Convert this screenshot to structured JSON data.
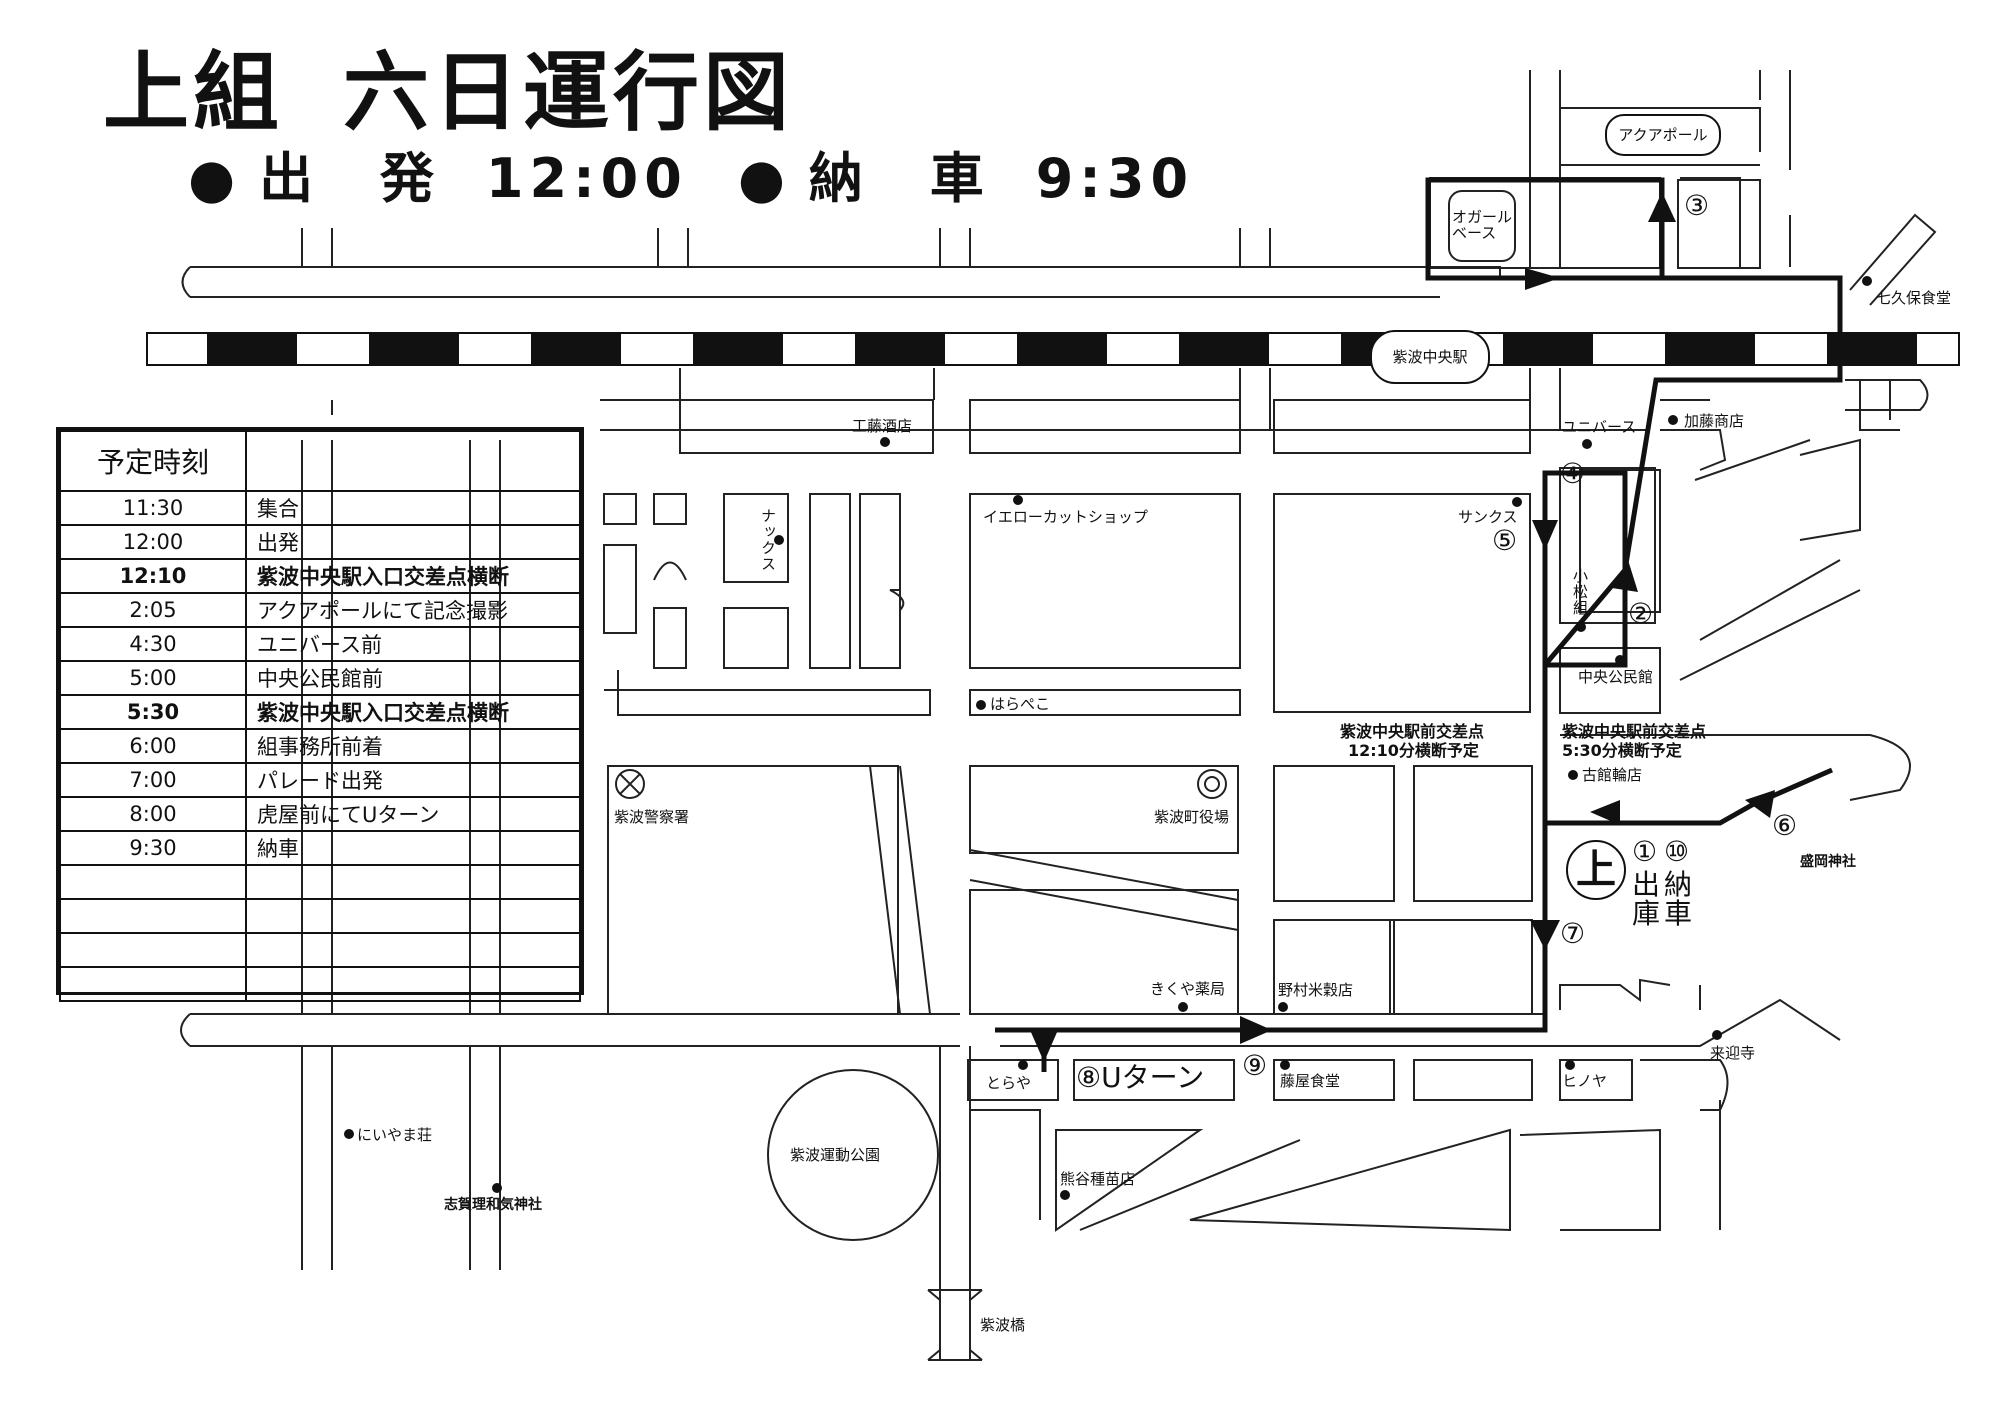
{
  "title": {
    "group": "上組",
    "main": "六日運行図"
  },
  "subtitle": {
    "departure_label": "●出 発",
    "departure_time": "12:00",
    "return_label": "●納 車",
    "return_time": "9:30"
  },
  "schedule": {
    "header": "予定時刻",
    "rows": [
      {
        "time": "11:30",
        "event": "集合",
        "bold": false
      },
      {
        "time": "12:00",
        "event": "出発",
        "bold": false
      },
      {
        "time": "12:10",
        "event": "紫波中央駅入口交差点横断",
        "bold": true
      },
      {
        "time": "2:05",
        "event": "アクアポールにて記念撮影",
        "bold": false
      },
      {
        "time": "4:30",
        "event": "ユニバース前",
        "bold": false
      },
      {
        "time": "5:00",
        "event": "中央公民館前",
        "bold": false
      },
      {
        "time": "5:30",
        "event": "紫波中央駅入口交差点横断",
        "bold": true
      },
      {
        "time": "6:00",
        "event": "組事務所前着",
        "bold": false
      },
      {
        "time": "7:00",
        "event": "パレード出発",
        "bold": false
      },
      {
        "time": "8:00",
        "event": "虎屋前にてUターン",
        "bold": false
      },
      {
        "time": "9:30",
        "event": "納車",
        "bold": false
      },
      {
        "time": "",
        "event": "",
        "bold": false
      },
      {
        "time": "",
        "event": "",
        "bold": false
      },
      {
        "time": "",
        "event": "",
        "bold": false
      },
      {
        "time": "",
        "event": "",
        "bold": false
      }
    ]
  },
  "landmarks": {
    "aqua_pole": "アクアポール",
    "ogal_base": "オガール\nベース",
    "station": "紫波中央駅",
    "nanakubo": "七久保食堂",
    "kudo": "工藤酒店",
    "universe": "ユニバース",
    "kato": "加藤商店",
    "nax": "ナックス",
    "yellow_cut": "イエローカットショップ",
    "sunkus": "サンクス",
    "komatsu": "小松組",
    "chuo_kominkan": "中央公民館",
    "harapeko": "はらぺこ",
    "crossing_1210_l1": "紫波中央駅前交差点",
    "crossing_1210_l2": "12:10分横断予定",
    "crossing_530_l1": "紫波中央駅前交差点",
    "crossing_530_l2": "5:30分横断予定",
    "furudate": "古館輪店",
    "police": "紫波警察署",
    "town_office": "紫波町役場",
    "shrine_east": "盛岡神社",
    "kikuya": "きくや薬局",
    "nomura": "野村米穀店",
    "raigoji": "来迎寺",
    "toraya": "とらや",
    "u_turn": "⑧Uターン",
    "fujiya": "藤屋食堂",
    "hinoya": "ヒノヤ",
    "niiyama": "にいやま荘",
    "shrine_sw": "志賀理和気神社",
    "park": "紫波運動公園",
    "kumagai": "熊谷種苗店",
    "bridge": "紫波橋"
  },
  "route_numbers": {
    "n1": "①",
    "n2": "②",
    "n3": "③",
    "n4": "④",
    "n5": "⑤",
    "n6": "⑥",
    "n7": "⑦",
    "n9": "⑨",
    "n10": "⑩"
  },
  "home": {
    "mark": "上",
    "label_departure": "出\n庫",
    "label_return": "納\n車"
  }
}
